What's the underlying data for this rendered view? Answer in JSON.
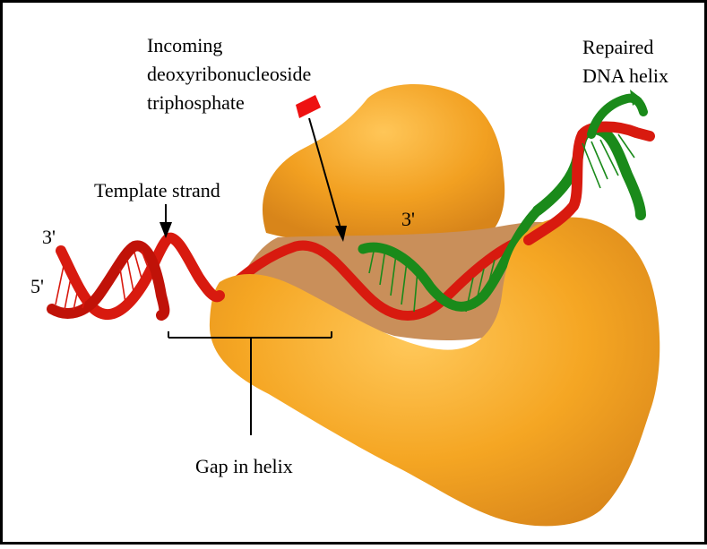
{
  "labels": {
    "incoming_line1": "Incoming",
    "incoming_line2": "deoxyribonucleoside",
    "incoming_line3": "triphosphate",
    "repaired_line1": "Repaired",
    "repaired_line2": "DNA helix",
    "template_strand": "Template strand",
    "three_prime_left": "3'",
    "five_prime_left": "5'",
    "three_prime_center": "3'",
    "gap": "Gap in helix"
  },
  "colors": {
    "template_strand": "#d81a0f",
    "new_strand": "#1a8a1a",
    "protein": "#f2a21f",
    "protein_shadow": "#c98a52",
    "nucleotide": "#ee1111"
  }
}
